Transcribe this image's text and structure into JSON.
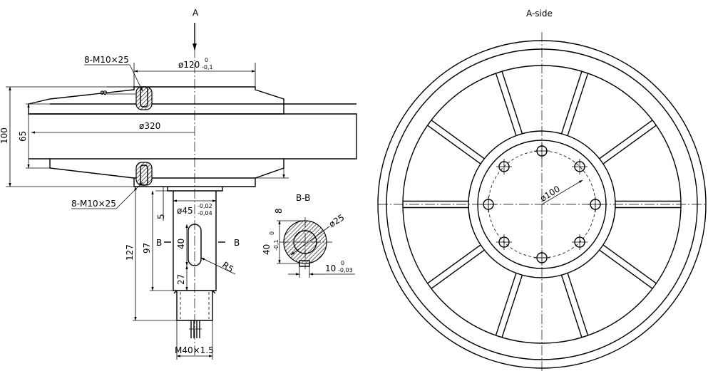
{
  "view_label_a": "A",
  "aside_title": "A-side",
  "section_title": "B-B",
  "dims": {
    "bolts_top": "8-M10×25",
    "bolts_bottom": "8-M10×25",
    "dia120": "ø120",
    "dia120_tol_up": "0",
    "dia120_tol_dn": "-0,1",
    "dia320": "ø320",
    "h100": "100",
    "h65": "65",
    "h8_top": "8",
    "h8_right": "8",
    "dia45": "ø45",
    "dia45_tol_up": "-0,02",
    "dia45_tol_dn": "-0,04",
    "h5": "5",
    "h127": "127",
    "h97": "97",
    "h40": "40",
    "h27": "27",
    "r5": "R5",
    "b_left": "B",
    "b_right": "B",
    "thread": "M40×1.5",
    "sec40": "40",
    "sec40_tol_up": "0",
    "sec40_tol_dn": "-0,1",
    "sec_dia25": "ø25",
    "key10": "10",
    "key10_tol_up": "0",
    "key10_tol_dn": "-0,03",
    "dia100": "ø100"
  }
}
